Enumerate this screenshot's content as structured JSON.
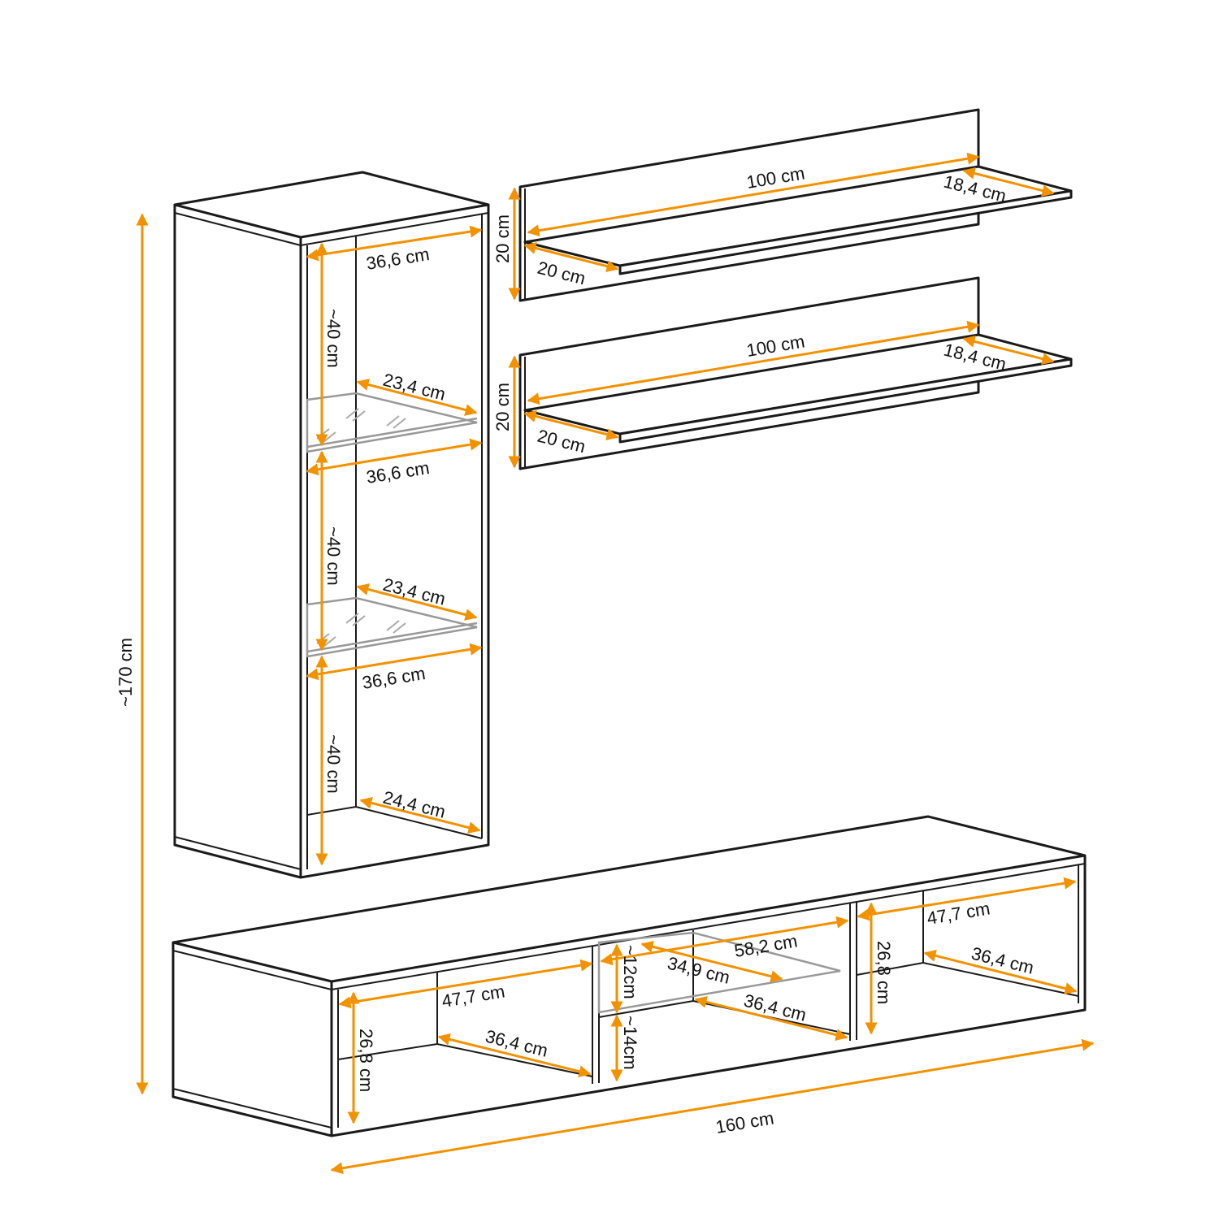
{
  "colors": {
    "dimension": "#f39200",
    "outline": "#1a1a1a",
    "glass": "#999999"
  },
  "overall": {
    "height": "~170 cm",
    "width": "160 cm"
  },
  "tall_cabinet": {
    "width_top": "36,6 cm",
    "height_1": "~40 cm",
    "glass_depth_1": "23,4 cm",
    "width_mid_1": "36,6 cm",
    "height_2": "~40 cm",
    "glass_depth_2": "23,4 cm",
    "width_mid_2": "36,6 cm",
    "height_3": "~40 cm",
    "depth_bottom": "24,4 cm"
  },
  "shelves": [
    {
      "length": "100 cm",
      "depth": "18,4 cm",
      "height": "20 cm",
      "panel_depth": "20 cm"
    },
    {
      "length": "100 cm",
      "depth": "18,4 cm",
      "height": "20 cm",
      "panel_depth": "20 cm"
    }
  ],
  "tv_unit": {
    "left": {
      "width": "47,7 cm",
      "depth": "36,4 cm",
      "height": "26,8 cm"
    },
    "middle": {
      "width": "58,2 cm",
      "glass_depth": "34,9 cm",
      "depth": "36,4 cm",
      "upper_height": "~12cm",
      "lower_height": "~14cm"
    },
    "right": {
      "width": "47,7 cm",
      "depth": "36,4 cm",
      "height": "26,8 cm"
    }
  }
}
